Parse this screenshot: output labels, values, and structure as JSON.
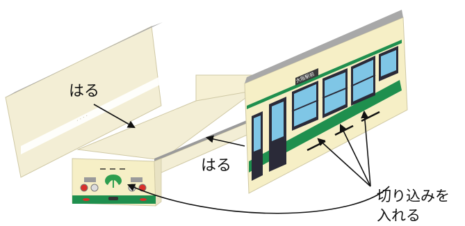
{
  "labels": {
    "paste_left": "はる",
    "paste_center": "はる",
    "insert_line1": "切り込みを",
    "insert_line2": "入れる"
  },
  "train": {
    "destination_sign": "大阪駅前",
    "body_color": "#f6efc6",
    "stripe_color": "#1f8f4e",
    "window_color": "#7fc6e6",
    "window_frame_color": "#2a2a38"
  },
  "model_colors": {
    "panel": "#f3eed5",
    "panel_edge": "#cfc8a4",
    "rim": "#9a9a9a",
    "arrow": "#111111"
  }
}
